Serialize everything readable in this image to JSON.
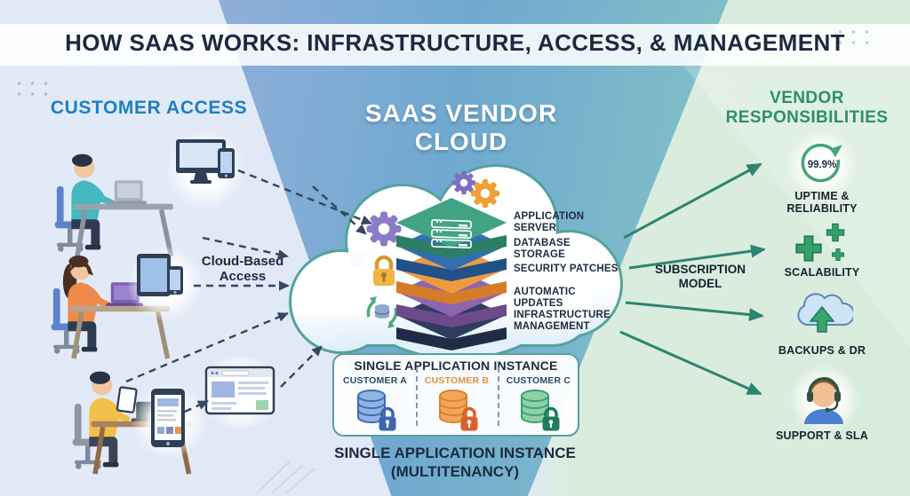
{
  "title": "HOW SAAS WORKS: INFRASTRUCTURE, ACCESS, & MANAGEMENT",
  "customer_access": {
    "heading": "CUSTOMER ACCESS",
    "arrow_label": "Cloud-Based Access",
    "devices": [
      "desktop-monitor-and-phone",
      "tablet-and-phone",
      "smartphone",
      "browser-window"
    ],
    "people": [
      "person-at-desk-teal-shirt",
      "person-at-desk-orange-shirt",
      "person-at-desk-yellow-shirt"
    ]
  },
  "vendor_cloud": {
    "heading": "SAAS VENDOR CLOUD",
    "icons": [
      "gear-icon",
      "lock-icon",
      "sync-database-icon"
    ],
    "layers": [
      {
        "label": "APPLICATION SERVER",
        "color": "#41a383",
        "side": "#2d7f64"
      },
      {
        "label": "DATABASE STORAGE",
        "color": "#2f6fb2",
        "side": "#1f5288"
      },
      {
        "label": "SECURITY PATCHES",
        "color": "#f09a40",
        "side": "#d47c27"
      },
      {
        "label": "AUTOMATIC UPDATES",
        "color": "#8d65b0",
        "side": "#6c4a8c"
      },
      {
        "label": "INFRASTRUCTURE MANAGEMENT",
        "color": "#303c5e",
        "side": "#212b45"
      }
    ]
  },
  "multitenancy": {
    "box_heading": "SINGLE APPLICATION INSTANCE",
    "customers": [
      {
        "label": "CUSTOMER A",
        "db_color": "#92b4e3",
        "db_stroke": "#3d6db5",
        "lock_color": "#3a66b0"
      },
      {
        "label": "CUSTOMER B",
        "db_color": "#f2a65a",
        "db_stroke": "#d9822b",
        "lock_color": "#d95f2e"
      },
      {
        "label": "CUSTOMER C",
        "db_color": "#8fd0a8",
        "db_stroke": "#3f9e74",
        "lock_color": "#1f7a5e"
      }
    ],
    "caption_line1": "SINGLE APPLICATION INSTANCE",
    "caption_line2": "(MULTITENANCY)"
  },
  "subscription_label": "SUBSCRIPTION MODEL",
  "vendor_responsibilities": {
    "heading": "VENDOR RESPONSIBILITIES",
    "items": [
      {
        "icon": "uptime-circular-arrow-icon",
        "value": "99.9%",
        "label": "UPTIME & RELIABILITY"
      },
      {
        "icon": "plus-scalability-icon",
        "label": "SCALABILITY"
      },
      {
        "icon": "cloud-upload-icon",
        "label": "BACKUPS & DR"
      },
      {
        "icon": "support-headset-icon",
        "label": "SUPPORT & SLA"
      }
    ]
  },
  "colors": {
    "title_text": "#1b2940",
    "customer_access_heading": "#1f7fc2",
    "vendor_responsibilities_heading": "#2b8f67",
    "dashed_arrow": "#33475e",
    "green_arrow": "#2d8470",
    "cloud_outline": "#53a39b",
    "customer_b_label": "#e0913f"
  }
}
